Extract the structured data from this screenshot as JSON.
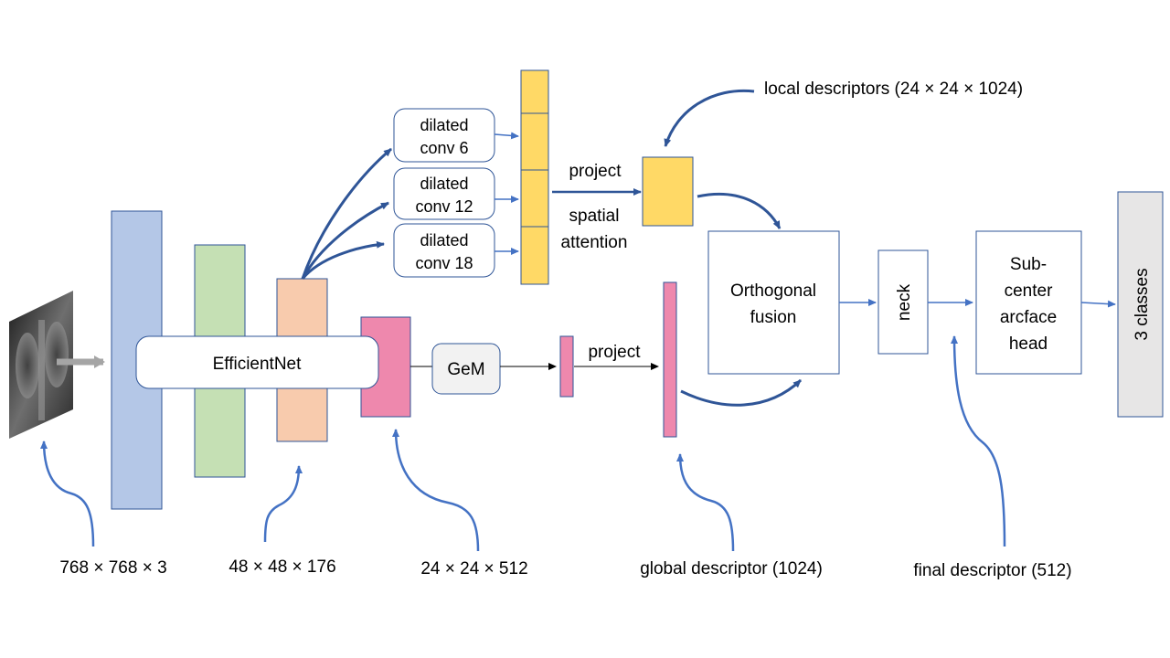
{
  "backbone": {
    "label": "EfficientNet"
  },
  "dilated_convs": [
    {
      "line1": "dilated",
      "line2": "conv 6"
    },
    {
      "line1": "dilated",
      "line2": "conv 12"
    },
    {
      "line1": "dilated",
      "line2": "conv 18"
    }
  ],
  "local_branch": {
    "project_label": "project",
    "attention_line1": "spatial",
    "attention_line2": "attention"
  },
  "global_branch": {
    "gem_label": "GeM",
    "project_label": "project"
  },
  "fusion": {
    "line1": "Orthogonal",
    "line2": "fusion"
  },
  "neck": {
    "label": "neck"
  },
  "head": {
    "line1": "Sub-",
    "line2": "center",
    "line3": "arcface",
    "line4": "head"
  },
  "output": {
    "label": "3 classes"
  },
  "callouts": {
    "input_size": "768 × 768 × 3",
    "mid_feature": "48 × 48 × 176",
    "last_feature": "24 × 24 × 512",
    "global_descriptor": "global descriptor (1024)",
    "final_descriptor": "final descriptor (512)",
    "local_descriptors": "local descriptors (24 × 24 × 1024)"
  },
  "colors": {
    "blue_block": "#b4c7e7",
    "green_block": "#c5e0b4",
    "orange_block": "#f8cbad",
    "pink_block": "#ee88ad",
    "yellow_block": "#ffd966",
    "gray_block": "#e7e6e6",
    "arrow_blue": "#2f5597"
  }
}
